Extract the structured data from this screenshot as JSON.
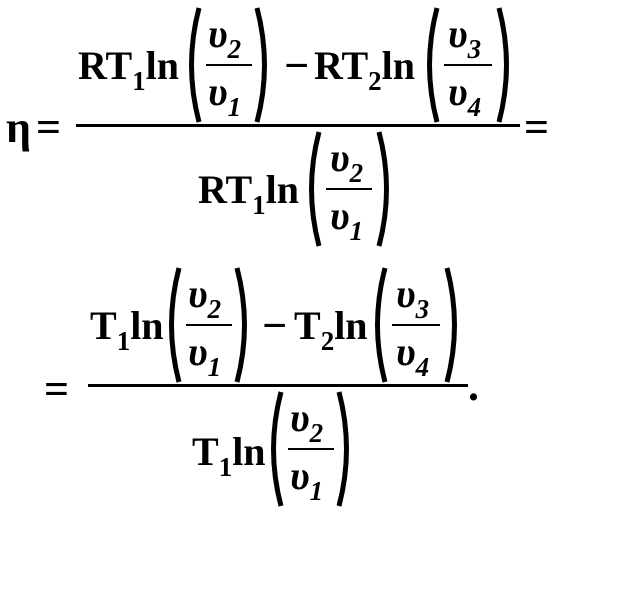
{
  "symbols": {
    "eta": "η",
    "equals": "=",
    "minus": "−",
    "period": ".",
    "ln": "ln",
    "upsilon": "υ"
  },
  "line1": {
    "numerator": {
      "term1": {
        "R": "R",
        "T": "T",
        "T_sub": "1",
        "v_top_sub": "2",
        "v_bot_sub": "1"
      },
      "term2": {
        "R": "R",
        "T": "T",
        "T_sub": "2",
        "v_top_sub": "3",
        "v_bot_sub": "4"
      }
    },
    "denominator": {
      "R": "R",
      "T": "T",
      "T_sub": "1",
      "v_top_sub": "2",
      "v_bot_sub": "1"
    }
  },
  "line2": {
    "numerator": {
      "term1": {
        "T": "T",
        "T_sub": "1",
        "v_top_sub": "2",
        "v_bot_sub": "1"
      },
      "term2": {
        "T": "T",
        "T_sub": "2",
        "v_top_sub": "3",
        "v_bot_sub": "4"
      }
    },
    "denominator": {
      "T": "T",
      "T_sub": "1",
      "v_top_sub": "2",
      "v_bot_sub": "1"
    }
  }
}
